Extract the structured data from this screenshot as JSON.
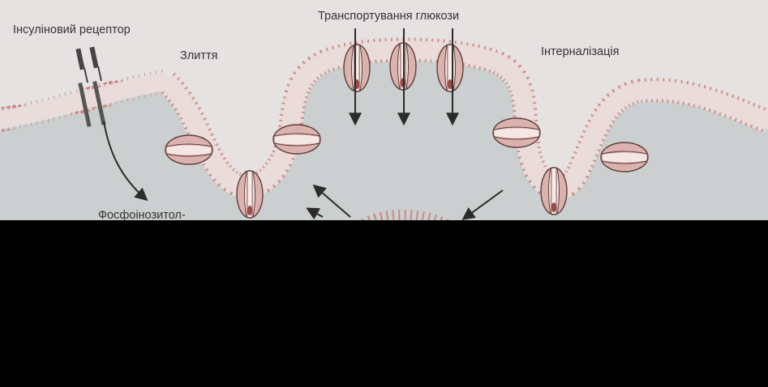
{
  "labels": {
    "insulin_receptor": "Інсуліновий рецептор",
    "fusion": "Злиття",
    "glucose_transport": "Транспортування глюкози",
    "internalization": "Інтерналізація",
    "phosphoinositol": "Фосфоінозитол-"
  },
  "colors": {
    "background": "#e7e2e2",
    "cytoplasm": "#cbcfcf",
    "membrane_head": "#c98a85",
    "protein_fill": "#dbb2ad",
    "protein_stroke": "#5c3f3d",
    "arrow": "#2b2b2b",
    "text": "#333333",
    "blackout": "#000000"
  },
  "icons": {
    "glucose_transporter": "glut4-transporter-icon",
    "insulin_receptor": "receptor-icon",
    "arrow": "arrow-icon"
  }
}
